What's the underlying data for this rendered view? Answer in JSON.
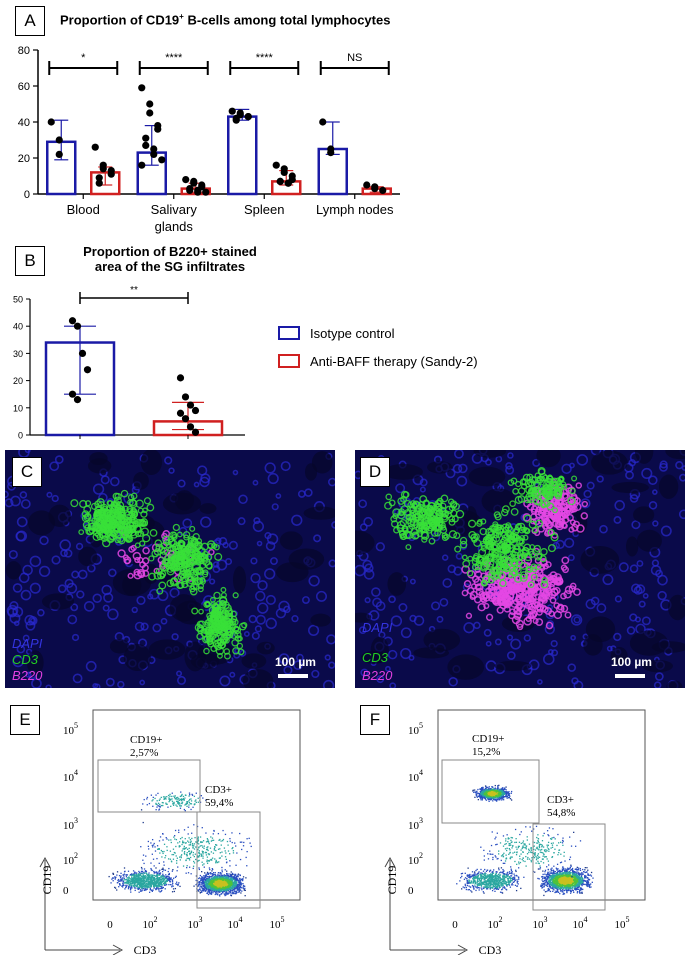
{
  "panel_labels": {
    "a": "A",
    "b": "B",
    "c": "C",
    "d": "D",
    "e": "E",
    "f": "F"
  },
  "legend": {
    "items": [
      {
        "label": "Isotype control",
        "color": "#1a1aa6"
      },
      {
        "label": "Anti-BAFF therapy (Sandy-2)",
        "color": "#d02020"
      }
    ]
  },
  "chart_data": [
    {
      "type": "bar",
      "title_main": "Proportion of CD19",
      "title_sup": "+",
      "title_tail": " B-cells among total lymphocytes",
      "categories": [
        "Blood",
        "Salivary glands",
        "Spleen",
        "Lymph nodes"
      ],
      "category_lines": [
        [
          "Blood"
        ],
        [
          "Salivary",
          "glands"
        ],
        [
          "Spleen"
        ],
        [
          "Lymph nodes"
        ]
      ],
      "ylim": [
        0,
        80
      ],
      "yticks": [
        0,
        20,
        40,
        60,
        80
      ],
      "significance": [
        "*",
        "****",
        "****",
        "NS"
      ],
      "series": [
        {
          "name": "Isotype control",
          "color": "#1a1aa6",
          "values": [
            29,
            23,
            43,
            25
          ],
          "err_low": [
            19,
            16,
            41,
            22
          ],
          "err_high": [
            41,
            38,
            47,
            40
          ],
          "points": [
            [
              40,
              30,
              22
            ],
            [
              59,
              50,
              45,
              38,
              36,
              31,
              27,
              25,
              22,
              19,
              16
            ],
            [
              46,
              45,
              44,
              43,
              43,
              42,
              41
            ],
            [
              40,
              25,
              23
            ]
          ]
        },
        {
          "name": "Anti-BAFF therapy (Sandy-2)",
          "color": "#d02020",
          "values": [
            12,
            3,
            7,
            3
          ],
          "err_low": [
            5,
            1,
            5,
            1
          ],
          "err_high": [
            15,
            6,
            13,
            4
          ],
          "points": [
            [
              26,
              16,
              14,
              13,
              11,
              9,
              6
            ],
            [
              8,
              7,
              6,
              5,
              4,
              3,
              2,
              2,
              1,
              1
            ],
            [
              16,
              14,
              12,
              10,
              8,
              7,
              7,
              6,
              6
            ],
            [
              5,
              4,
              3,
              2
            ]
          ]
        }
      ]
    },
    {
      "type": "bar",
      "title_lines": [
        "Proportion of B220+ stained",
        "area of the SG infiltrates"
      ],
      "ylim": [
        0,
        50
      ],
      "yticks": [
        0,
        10,
        20,
        30,
        40,
        50
      ],
      "significance": "**",
      "series": [
        {
          "name": "Isotype control",
          "color": "#1a1aa6",
          "value": 34,
          "err_low": 15,
          "err_high": 40,
          "points": [
            42,
            40,
            30,
            24,
            15,
            13
          ]
        },
        {
          "name": "Anti-BAFF therapy (Sandy-2)",
          "color": "#d02020",
          "value": 5,
          "err_low": 2,
          "err_high": 12,
          "points": [
            21,
            14,
            11,
            9,
            8,
            6,
            3,
            1
          ]
        }
      ]
    }
  ],
  "micrographs": {
    "c": {
      "stains": [
        "DAPI",
        "CD3",
        "B220"
      ],
      "scale": "100 µm"
    },
    "d": {
      "stains": [
        "DAPI",
        "CD3",
        "B220"
      ],
      "scale": "100 µm"
    }
  },
  "stain_colors": [
    "#2323d0",
    "#22cc22",
    "#e040e0"
  ],
  "flow": {
    "ticks": [
      "0",
      "10",
      "10",
      "10",
      "10"
    ],
    "exps": [
      "",
      "2",
      "3",
      "4",
      "5"
    ],
    "xlabel": "CD3",
    "ylabel": "CD19",
    "e": {
      "cd19_label": "CD19+",
      "cd19_value": "2,57%",
      "cd3_label": "CD3+",
      "cd3_value": "59,4%"
    },
    "f": {
      "cd19_label": "CD19+",
      "cd19_value": "15,2%",
      "cd3_label": "CD3+",
      "cd3_value": "54,8%"
    }
  }
}
